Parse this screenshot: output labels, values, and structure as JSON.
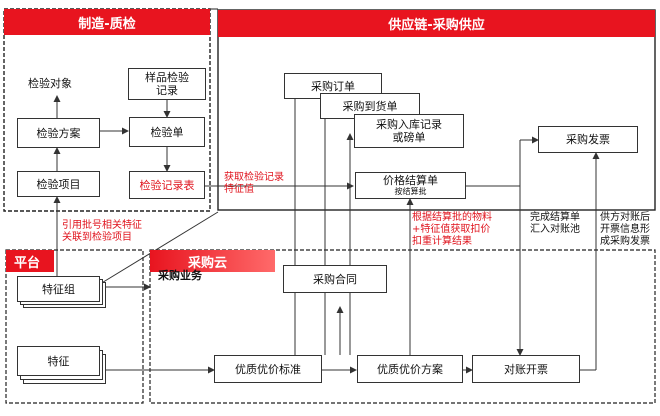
{
  "sections": {
    "manufacturing": "制造-质检",
    "supply_chain": "供应链-采购供应",
    "platform": "平台",
    "procurement_cloud": "采购云",
    "procurement_business": "采购业务"
  },
  "nodes": {
    "inspection_object": "检验对象",
    "sample_inspection_record": [
      "样品检验",
      "记录"
    ],
    "inspection_plan": "检验方案",
    "inspection_order": "检验单",
    "inspection_item": "检验项目",
    "inspection_record_table": "检验记录表",
    "purchase_order": "采购订单",
    "purchase_arrival": "采购到货单",
    "purchase_receipt": [
      "采购入库记录",
      "或磅单"
    ],
    "price_settlement": "价格结算单",
    "settle_by_batch": "按结算批",
    "purchase_invoice": "采购发票",
    "feature_group": "特征组",
    "feature": "特征",
    "purchase_contract": "采购合同",
    "quality_price_standard": "优质优价标准",
    "quality_price_plan": "优质优价方案",
    "reconcile_invoice": "对账开票"
  },
  "notes": {
    "get_inspection_record": [
      "获取检验记录",
      "特征值"
    ],
    "reference_batch": [
      "引用批号相关特征",
      "关联到检验项目"
    ],
    "settlement_rule": [
      "根据结算批的物料",
      "+特征值获取扣价",
      "扣重计算结果"
    ],
    "reconcile_pool": [
      "完成结算单",
      "汇入对账池"
    ],
    "supplier_invoice": [
      "供方对账后",
      "开票信息形",
      "成采购发票"
    ]
  },
  "colors": {
    "header_red": "#e8141f",
    "highlight_red": "#e0141e",
    "line": "#333333"
  }
}
